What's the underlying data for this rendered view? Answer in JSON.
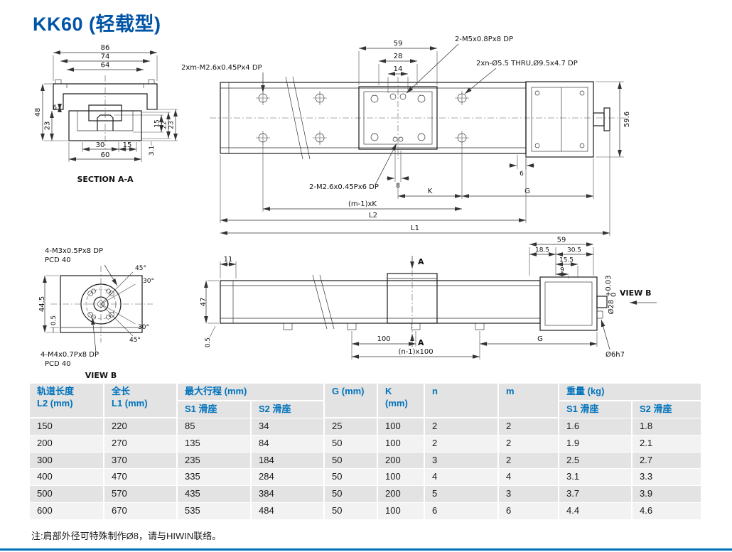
{
  "page": {
    "title": "KK60 (轻载型)",
    "note": "注:肩部外径可特殊制作Ø8，请与HIWIN联络。"
  },
  "colors": {
    "title_blue": "#0054a6",
    "header_text_blue": "#0072bc",
    "header_bg": "#e3e3e3",
    "row_alt_bg": "#f2f2f2",
    "line_color": "#1c1c1c"
  },
  "section_aa": {
    "label": "SECTION A-A",
    "dim_86": "86",
    "dim_74": "74",
    "dim_64": "64",
    "dim_48": "48",
    "dim_23_left": "23",
    "dim_6": "6",
    "dim_15_right": "15",
    "dim_22": "22",
    "dim_23_right": "23",
    "dim_3_1": "3.1",
    "dim_30": "30",
    "dim_15_bottom": "15",
    "dim_60": "60"
  },
  "top_view": {
    "callout_m26x4": "2xm-M2.6x0.45Px4 DP",
    "callout_m5": "2-M5x0.8Px8 DP",
    "callout_thru": "2xn-Ø5.5 THRU,Ø9.5x4.7 DP",
    "callout_m26x6": "2-M2.6x0.45Px6 DP",
    "dim_59": "59",
    "dim_28": "28",
    "dim_14": "14",
    "dim_59_6": "59.6",
    "dim_6": "6",
    "dim_8": "8",
    "dim_k": "K",
    "dim_g": "G",
    "dim_m1xk": "(m-1)xK",
    "dim_l2": "L2",
    "dim_l1": "L1"
  },
  "view_b": {
    "label": "VIEW B",
    "callout_m3": "4-M3x0.5Px8 DP",
    "callout_m3_pcd": "PCD 40",
    "callout_m4": "4-M4x0.7Px8 DP",
    "callout_m4_pcd": "PCD 40",
    "dim_44_5": "44.5",
    "dim_0_5": "0.5",
    "angle_45_top": "45°",
    "angle_30_top": "30°",
    "angle_30_bottom": "30°",
    "angle_45_bottom": "45°"
  },
  "side_view": {
    "dim_11": "11",
    "dim_47": "47",
    "dim_0_5": "0.5",
    "dim_100": "100",
    "dim_n1x100": "(n-1)x100",
    "dim_g": "G",
    "dim_59": "59",
    "dim_18_5": "18.5",
    "dim_30_5": "30.5",
    "dim_15_5": "15.5",
    "dim_9": "9",
    "section_a_top": "A",
    "section_a_bottom": "A",
    "view_b_label": "VIEW B",
    "shaft_dia_base": "Ø28",
    "shaft_dia_sup": "+0.03",
    "shaft_dia_sub": "0",
    "shaft_d6": "Ø6h7"
  },
  "table": {
    "headers": {
      "l2_line1": "轨道长度",
      "l2_line2": "L2 (mm)",
      "l1_line1": "全长",
      "l1_line2": "L1 (mm)",
      "stroke_group": "最大行程 (mm)",
      "stroke_s1": "S1 滑座",
      "stroke_s2": "S2 滑座",
      "g": "G (mm)",
      "k": "K (mm)",
      "n": "n",
      "m": "m",
      "weight_group": "重量 (kg)",
      "weight_s1": "S1 滑座",
      "weight_s2": "S2 滑座"
    },
    "rows": [
      [
        "150",
        "220",
        "85",
        "34",
        "25",
        "100",
        "2",
        "2",
        "1.6",
        "1.8"
      ],
      [
        "200",
        "270",
        "135",
        "84",
        "50",
        "100",
        "2",
        "2",
        "1.9",
        "2.1"
      ],
      [
        "300",
        "370",
        "235",
        "184",
        "50",
        "200",
        "3",
        "2",
        "2.5",
        "2.7"
      ],
      [
        "400",
        "470",
        "335",
        "284",
        "50",
        "100",
        "4",
        "4",
        "3.1",
        "3.3"
      ],
      [
        "500",
        "570",
        "435",
        "384",
        "50",
        "200",
        "5",
        "3",
        "3.7",
        "3.9"
      ],
      [
        "600",
        "670",
        "535",
        "484",
        "50",
        "100",
        "6",
        "6",
        "4.4",
        "4.6"
      ]
    ]
  }
}
